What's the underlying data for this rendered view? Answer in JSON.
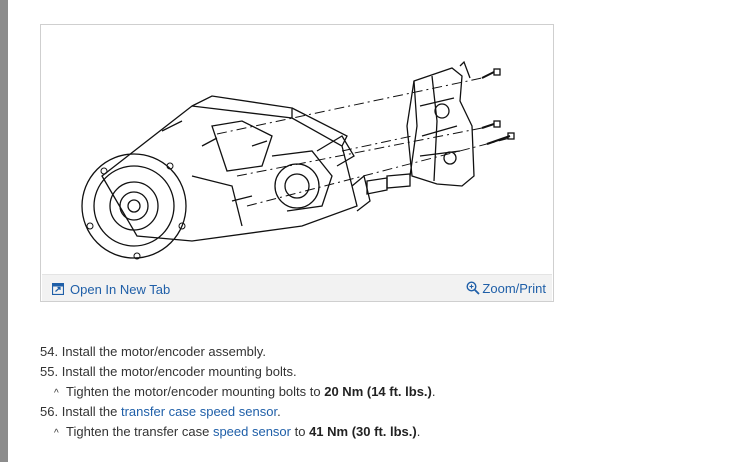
{
  "figure": {
    "open_label": "Open In New Tab",
    "zoom_label": "Zoom/Print",
    "open_icon": "open-new-tab-icon",
    "zoom_icon": "magnifier-icon",
    "link_color": "#1f5fa8"
  },
  "steps": {
    "s54": {
      "num": "54.",
      "text": "Install the motor/encoder assembly."
    },
    "s55": {
      "num": "55.",
      "text": "Install the motor/encoder mounting bolts."
    },
    "s55a": {
      "prefix": "Tighten the motor/encoder mounting bolts to ",
      "bold": "20 Nm (14 ft. lbs.)",
      "suffix": "."
    },
    "s56": {
      "num": "56.",
      "text": "Install the ",
      "link": "transfer case speed sensor",
      "suffix": "."
    },
    "s56a": {
      "prefix": "Tighten the transfer case ",
      "link": "speed sensor",
      "middle": " to ",
      "bold": "41 Nm (30 ft. lbs.)",
      "suffix": "."
    },
    "caret": "^"
  }
}
